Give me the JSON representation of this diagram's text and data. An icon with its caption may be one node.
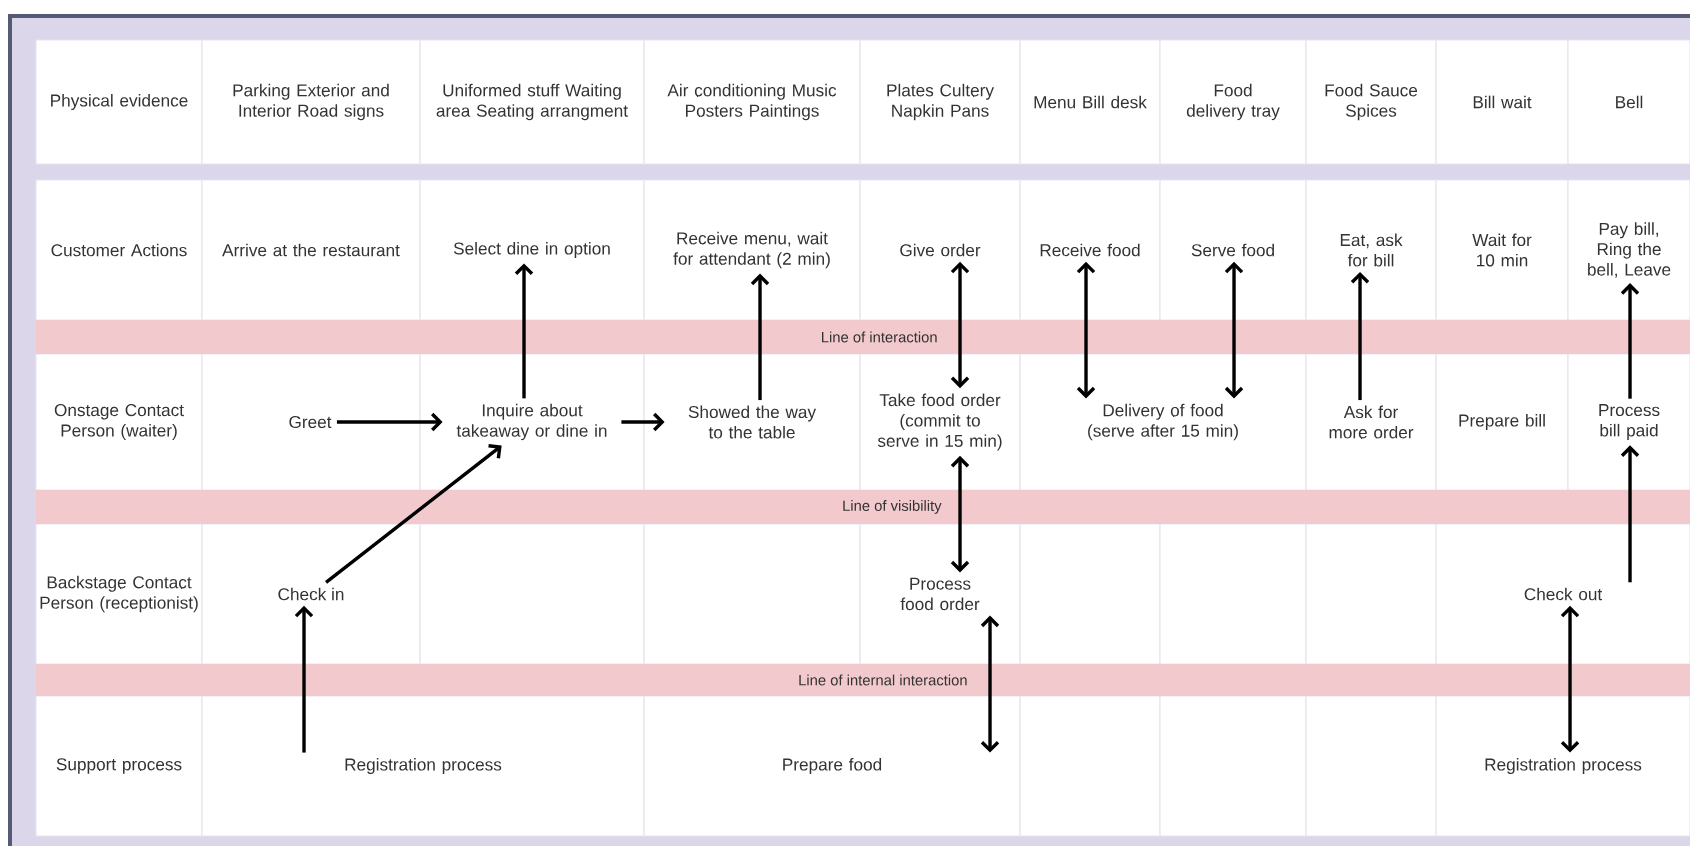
{
  "diagram": {
    "nodes": [
      {
        "text": [
          "Physical evidence"
        ]
      },
      {
        "text": [
          "Parking Exterior and Interior Road signs"
        ]
      },
      {
        "text": [
          "Uniformed stuff Waiting area Seating arrangment"
        ]
      },
      {
        "text": [
          "Air conditioning Music Posters Paintings"
        ]
      },
      {
        "text": [
          "Plates Cultery Napkin Pans"
        ]
      },
      {
        "text": [
          "Menu Bill desk"
        ]
      },
      {
        "text": [
          "Food delivery tray"
        ]
      },
      {
        "text": [
          "Food Sauce Spices"
        ]
      },
      {
        "text": [
          "Bill wait"
        ]
      },
      {
        "text": [
          "Bell"
        ]
      },
      {
        "text": [
          "Customer Actions"
        ]
      },
      {
        "text": [
          "Arrive at the restaurant"
        ]
      },
      {
        "text": [
          "Select dine in option"
        ]
      },
      {
        "text": [
          "Receive menu, wait for attendant (2 min)"
        ]
      },
      {
        "text": [
          "Give order"
        ]
      },
      {
        "text": [
          "Receive food"
        ]
      },
      {
        "text": [
          "Serve food"
        ]
      },
      {
        "text": [
          "Eat, ask for bill"
        ]
      },
      {
        "text": [
          "Wait for 10 min"
        ]
      },
      {
        "text": [
          "Pay bill, Ring the bell, Leave"
        ]
      },
      {
        "text": [
          "Onstage Contact Person (waiter)"
        ]
      },
      {
        "text": [
          "Greet"
        ]
      },
      {
        "text": [
          "Inquire about takeaway or dine in"
        ]
      },
      {
        "text": [
          "Showed the way to the table"
        ]
      },
      {
        "text": [
          "Take food order (commit to serve in 15 min)"
        ]
      },
      {
        "text": [
          "Delivery of food (serve after 15 min)"
        ]
      },
      {
        "text": [
          "Ask for more order"
        ]
      },
      {
        "text": [
          "Prepare bill"
        ]
      },
      {
        "text": [
          "Process bill paid"
        ]
      },
      {
        "text": [
          "Backstage Contact Person (receptionist)"
        ]
      },
      {
        "text": [
          "Check in"
        ]
      },
      {
        "text": [
          "Process food order"
        ]
      },
      {
        "text": [
          "Check out"
        ]
      },
      {
        "text": [
          "Support process"
        ]
      },
      {
        "text": [
          "Registration process"
        ]
      },
      {
        "text": [
          "Prepare food"
        ]
      },
      {
        "text": [
          "Registration process"
        ]
      }
    ],
    "edges": [
      {
        "from": 21,
        "to": 22,
        "arrow": "to"
      },
      {
        "from": 22,
        "to": 23,
        "arrow": "to"
      },
      {
        "from": 22,
        "to": 12,
        "arrow": "to"
      },
      {
        "from": 23,
        "to": 13,
        "arrow": "to"
      },
      {
        "from": 24,
        "to": 14,
        "arrow": "both"
      },
      {
        "from": 25,
        "to": 15,
        "arrow": "both"
      },
      {
        "from": 25,
        "to": 16,
        "arrow": "both"
      },
      {
        "from": 26,
        "to": 17,
        "arrow": "to"
      },
      {
        "from": 28,
        "to": 19,
        "arrow": "to"
      },
      {
        "from": 30,
        "to": 22,
        "arrow": "to"
      },
      {
        "from": 24,
        "to": 31,
        "arrow": "both"
      },
      {
        "from": 32,
        "to": 28,
        "arrow": "to"
      },
      {
        "from": 34,
        "to": 30,
        "arrow": "to"
      },
      {
        "from": 31,
        "to": 35,
        "arrow": "both"
      },
      {
        "from": 32,
        "to": 36,
        "arrow": "both"
      }
    ],
    "labels": [
      "Line of interaction",
      "Line of visibility",
      "Line of internal interaction"
    ]
  }
}
